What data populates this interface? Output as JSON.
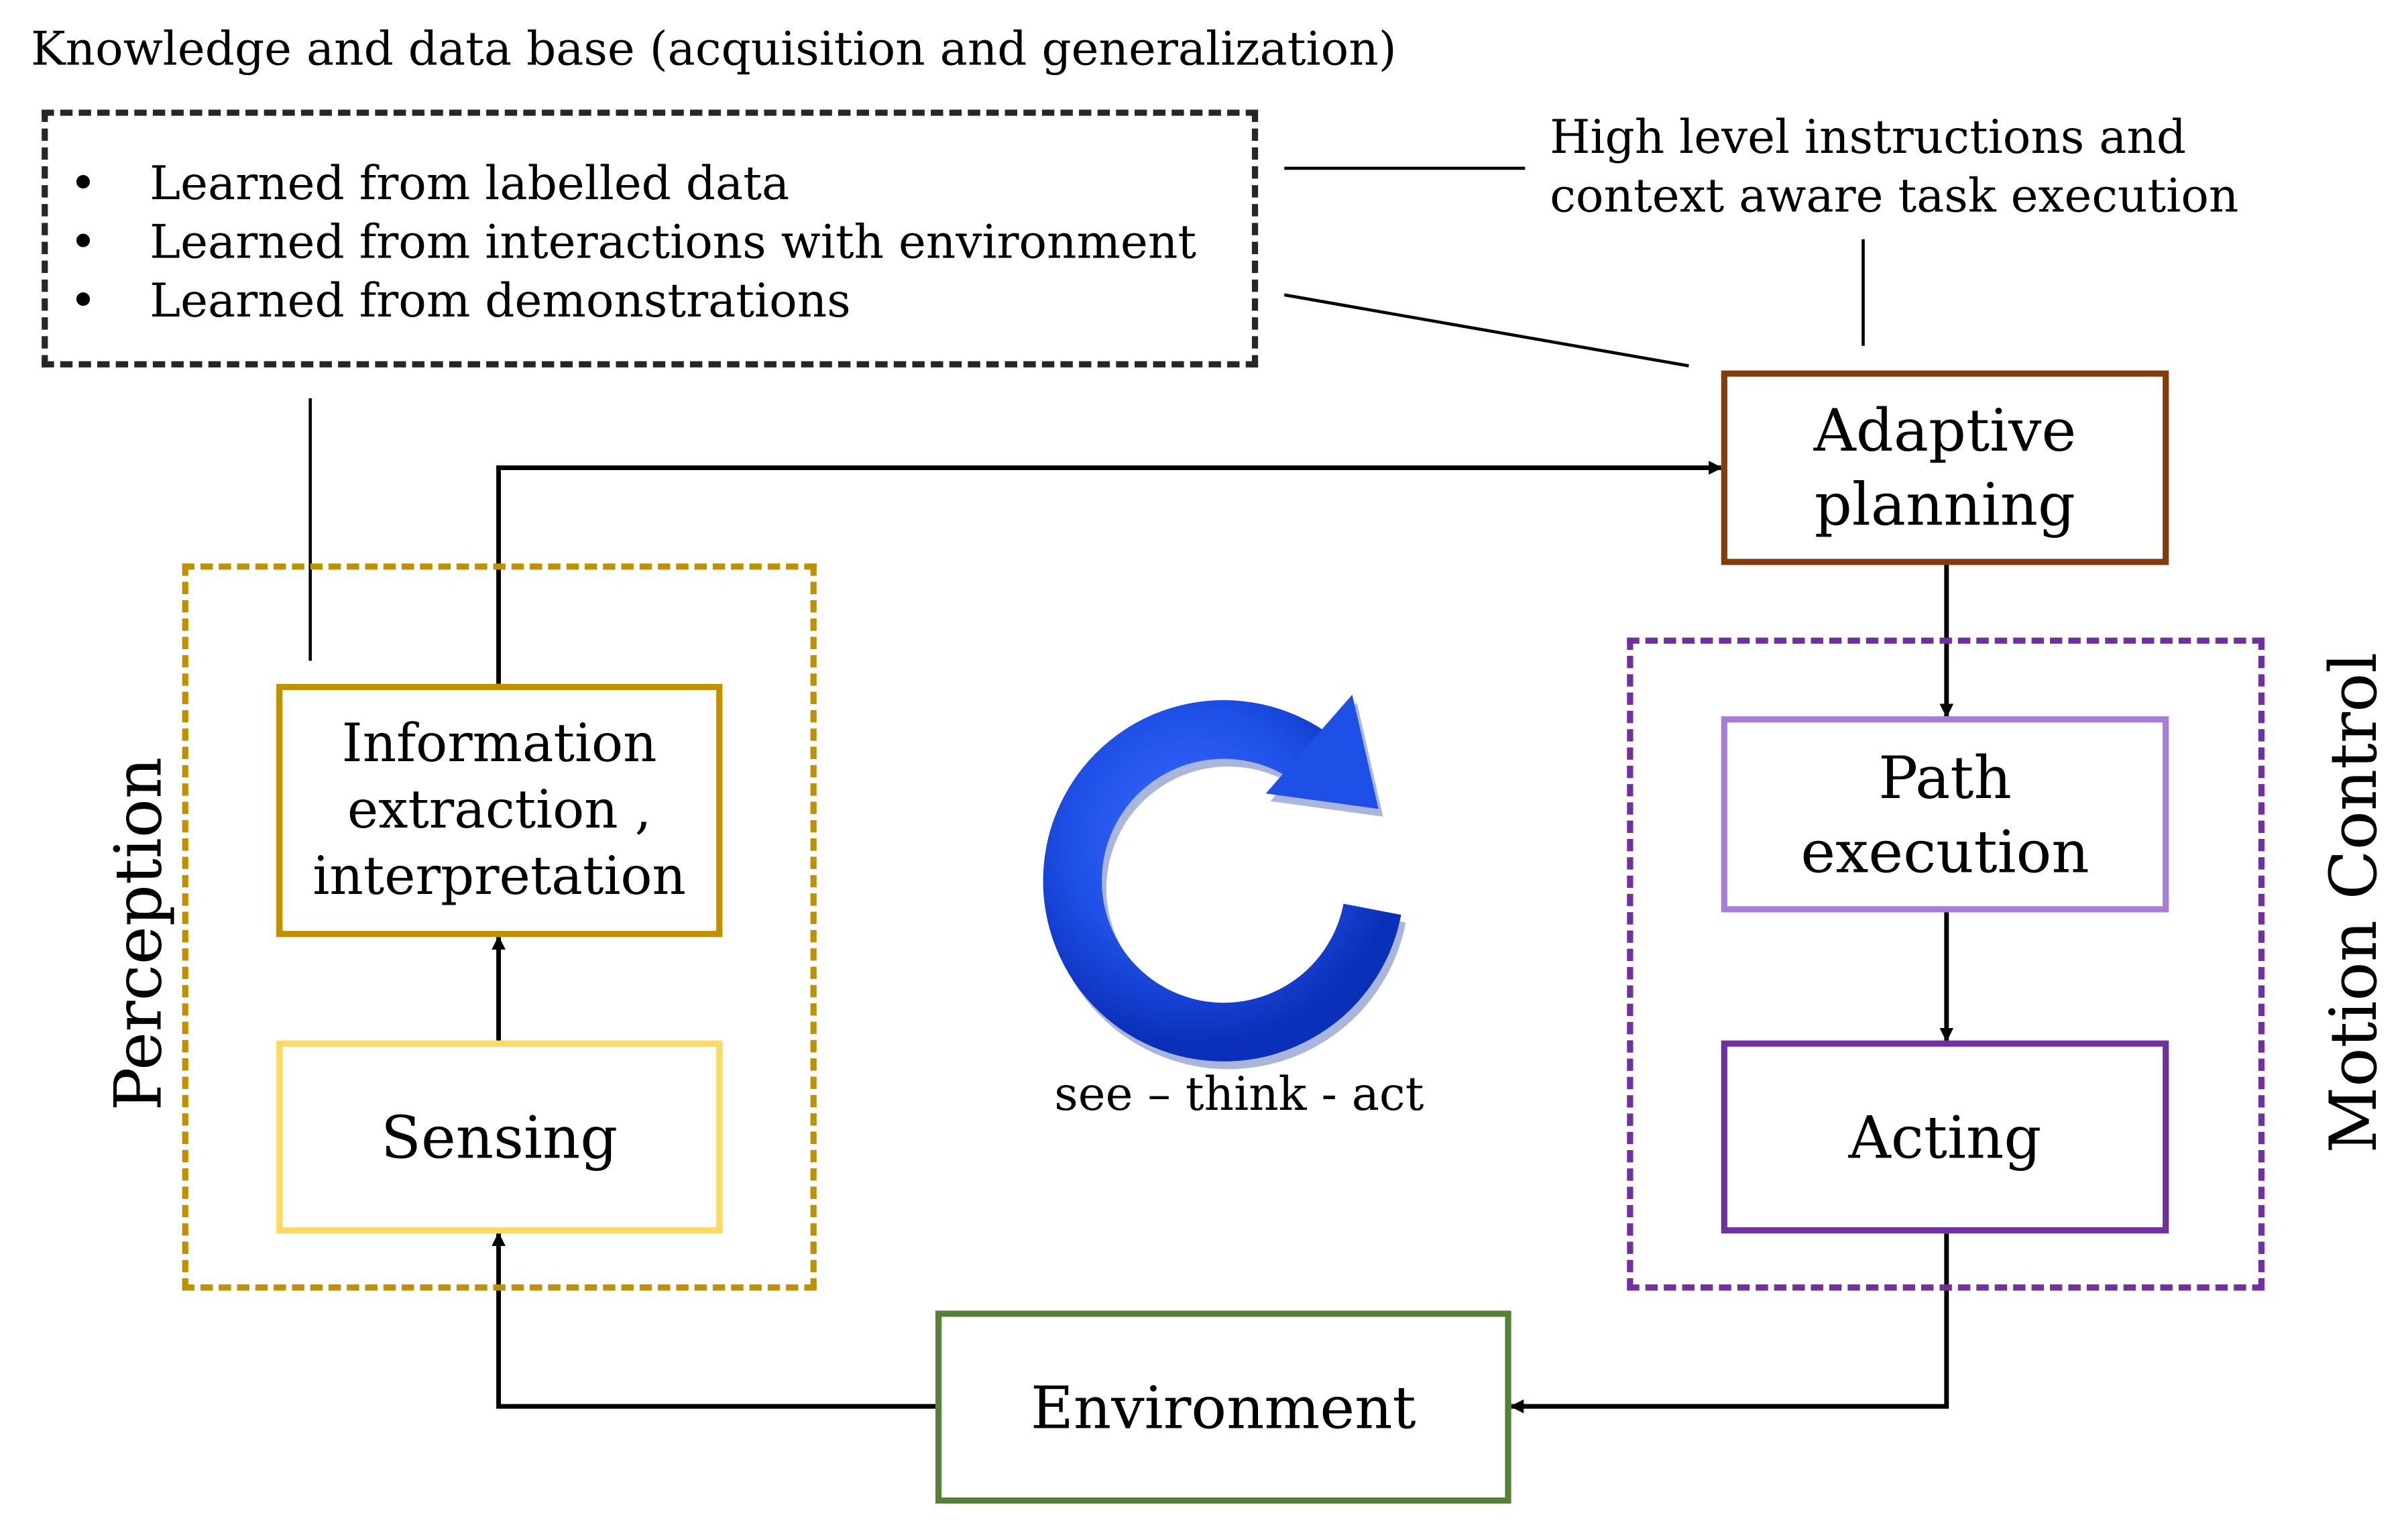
{
  "knowledge_base": {
    "title": "Knowledge and data base (acquisition and generalization)",
    "items": [
      "Learned from labelled data",
      "Learned from interactions with environment",
      "Learned from demonstrations"
    ]
  },
  "instructions_note": {
    "line1": "High level instructions and",
    "line2": "context aware task execution"
  },
  "perception": {
    "label": "Perception",
    "info_extraction": {
      "line1": "Information",
      "line2": "extraction ,",
      "line3": "interpretation"
    },
    "sensing": "Sensing"
  },
  "planning": {
    "line1": "Adaptive",
    "line2": "planning"
  },
  "motion_control": {
    "label": "Motion Control",
    "path_execution": {
      "line1": "Path",
      "line2": "execution"
    },
    "acting": "Acting"
  },
  "environment": "Environment",
  "cycle": {
    "caption": "see – think - act",
    "icon": "circular-arrow-icon"
  },
  "colors": {
    "perception_border": "#BF9000",
    "sensing_border": "#FFD966",
    "planning_border": "#843C0C",
    "motion_border": "#7030A0",
    "path_border": "#A87CDB",
    "environment_border": "#548235",
    "cycle_blue": "#1E4FE6"
  }
}
